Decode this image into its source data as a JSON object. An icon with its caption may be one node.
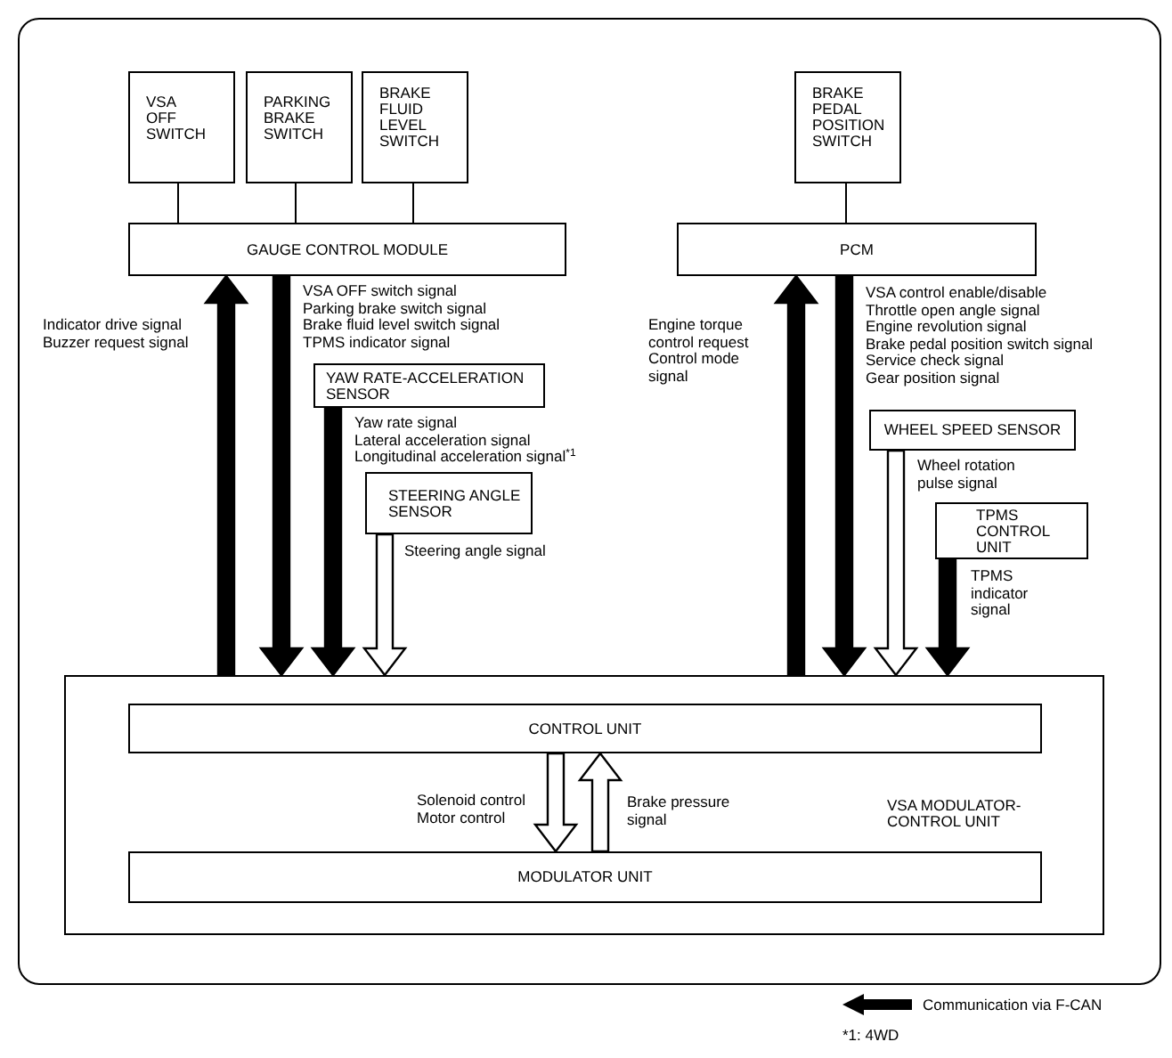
{
  "diagram": {
    "nodes": [
      {
        "text": [
          "VSA OFF SWITCH"
        ]
      },
      {
        "text": [
          "PARKING BRAKE SWITCH"
        ]
      },
      {
        "text": [
          "BRAKE FLUID LEVEL SWITCH"
        ]
      },
      {
        "text": [
          "BRAKE PEDAL POSITION SWITCH"
        ]
      },
      {
        "text": [
          "GAUGE CONTROL MODULE"
        ]
      },
      {
        "text": [
          "PCM"
        ]
      },
      {
        "text": [
          "YAW RATE-ACCELERATION SENSOR"
        ]
      },
      {
        "text": [
          "WHEEL SPEED SENSOR"
        ]
      },
      {
        "text": [
          "STEERING ANGLE SENSOR"
        ]
      },
      {
        "text": [
          "TPMS CONTROL UNIT"
        ]
      },
      {
        "text": [
          "VSA MODULATOR-CONTROL UNIT"
        ]
      },
      {
        "text": [
          "CONTROL UNIT"
        ],
        "in": 10
      },
      {
        "text": [
          "MODULATOR UNIT"
        ],
        "in": 10
      }
    ],
    "edges": [
      {
        "from": 0,
        "to": 4,
        "arrow": "none"
      },
      {
        "from": 1,
        "to": 4,
        "arrow": "none"
      },
      {
        "from": 2,
        "to": 4,
        "arrow": "none"
      },
      {
        "from": 3,
        "to": 5,
        "arrow": "none"
      },
      {
        "from": 10,
        "to": 4,
        "arrow": "to",
        "style": "thick"
      },
      {
        "from": 4,
        "to": 10,
        "arrow": "to",
        "style": "thick"
      },
      {
        "from": 6,
        "to": 10,
        "arrow": "to",
        "style": "thick"
      },
      {
        "from": 8,
        "to": 10,
        "arrow": "to",
        "style": "thick",
        "color": "#ffffff",
        "label": "Steering angle signal"
      },
      {
        "from": 10,
        "to": 5,
        "arrow": "to",
        "style": "thick"
      },
      {
        "from": 5,
        "to": 10,
        "arrow": "to",
        "style": "thick"
      },
      {
        "from": 7,
        "to": 10,
        "arrow": "to",
        "style": "thick",
        "color": "#ffffff",
        "label": "Wheel rotation pulse signal"
      },
      {
        "from": 9,
        "to": 10,
        "arrow": "to",
        "style": "thick",
        "label": "TPMS indicator signal"
      },
      {
        "from": 11,
        "to": 12,
        "arrow": "to",
        "style": "thick",
        "color": "#ffffff"
      },
      {
        "from": 12,
        "to": 11,
        "arrow": "to",
        "style": "thick",
        "color": "#ffffff",
        "label": "Brake pressure signal"
      }
    ],
    "labels": [
      "VSA OFF switch signal",
      "Parking brake switch signal",
      "Brake fluid level switch signal",
      "TPMS indicator signal",
      "VSA control enable/disable",
      "Throttle open angle signal",
      "Engine revolution signal",
      "Brake pedal position switch signal",
      "Service check signal",
      "Gear position signal",
      "Indicator drive signal",
      "Buzzer request signal",
      "Engine torque control request",
      "Control mode signal",
      "Yaw rate signal",
      "Lateral acceleration signal",
      "Longitudinal acceleration signal$^{*1}$",
      "Solenoid control",
      "Motor control",
      "*1: 4WD"
    ],
    "legend": [
      {
        "text": "Communication via F-CAN"
      }
    ]
  }
}
